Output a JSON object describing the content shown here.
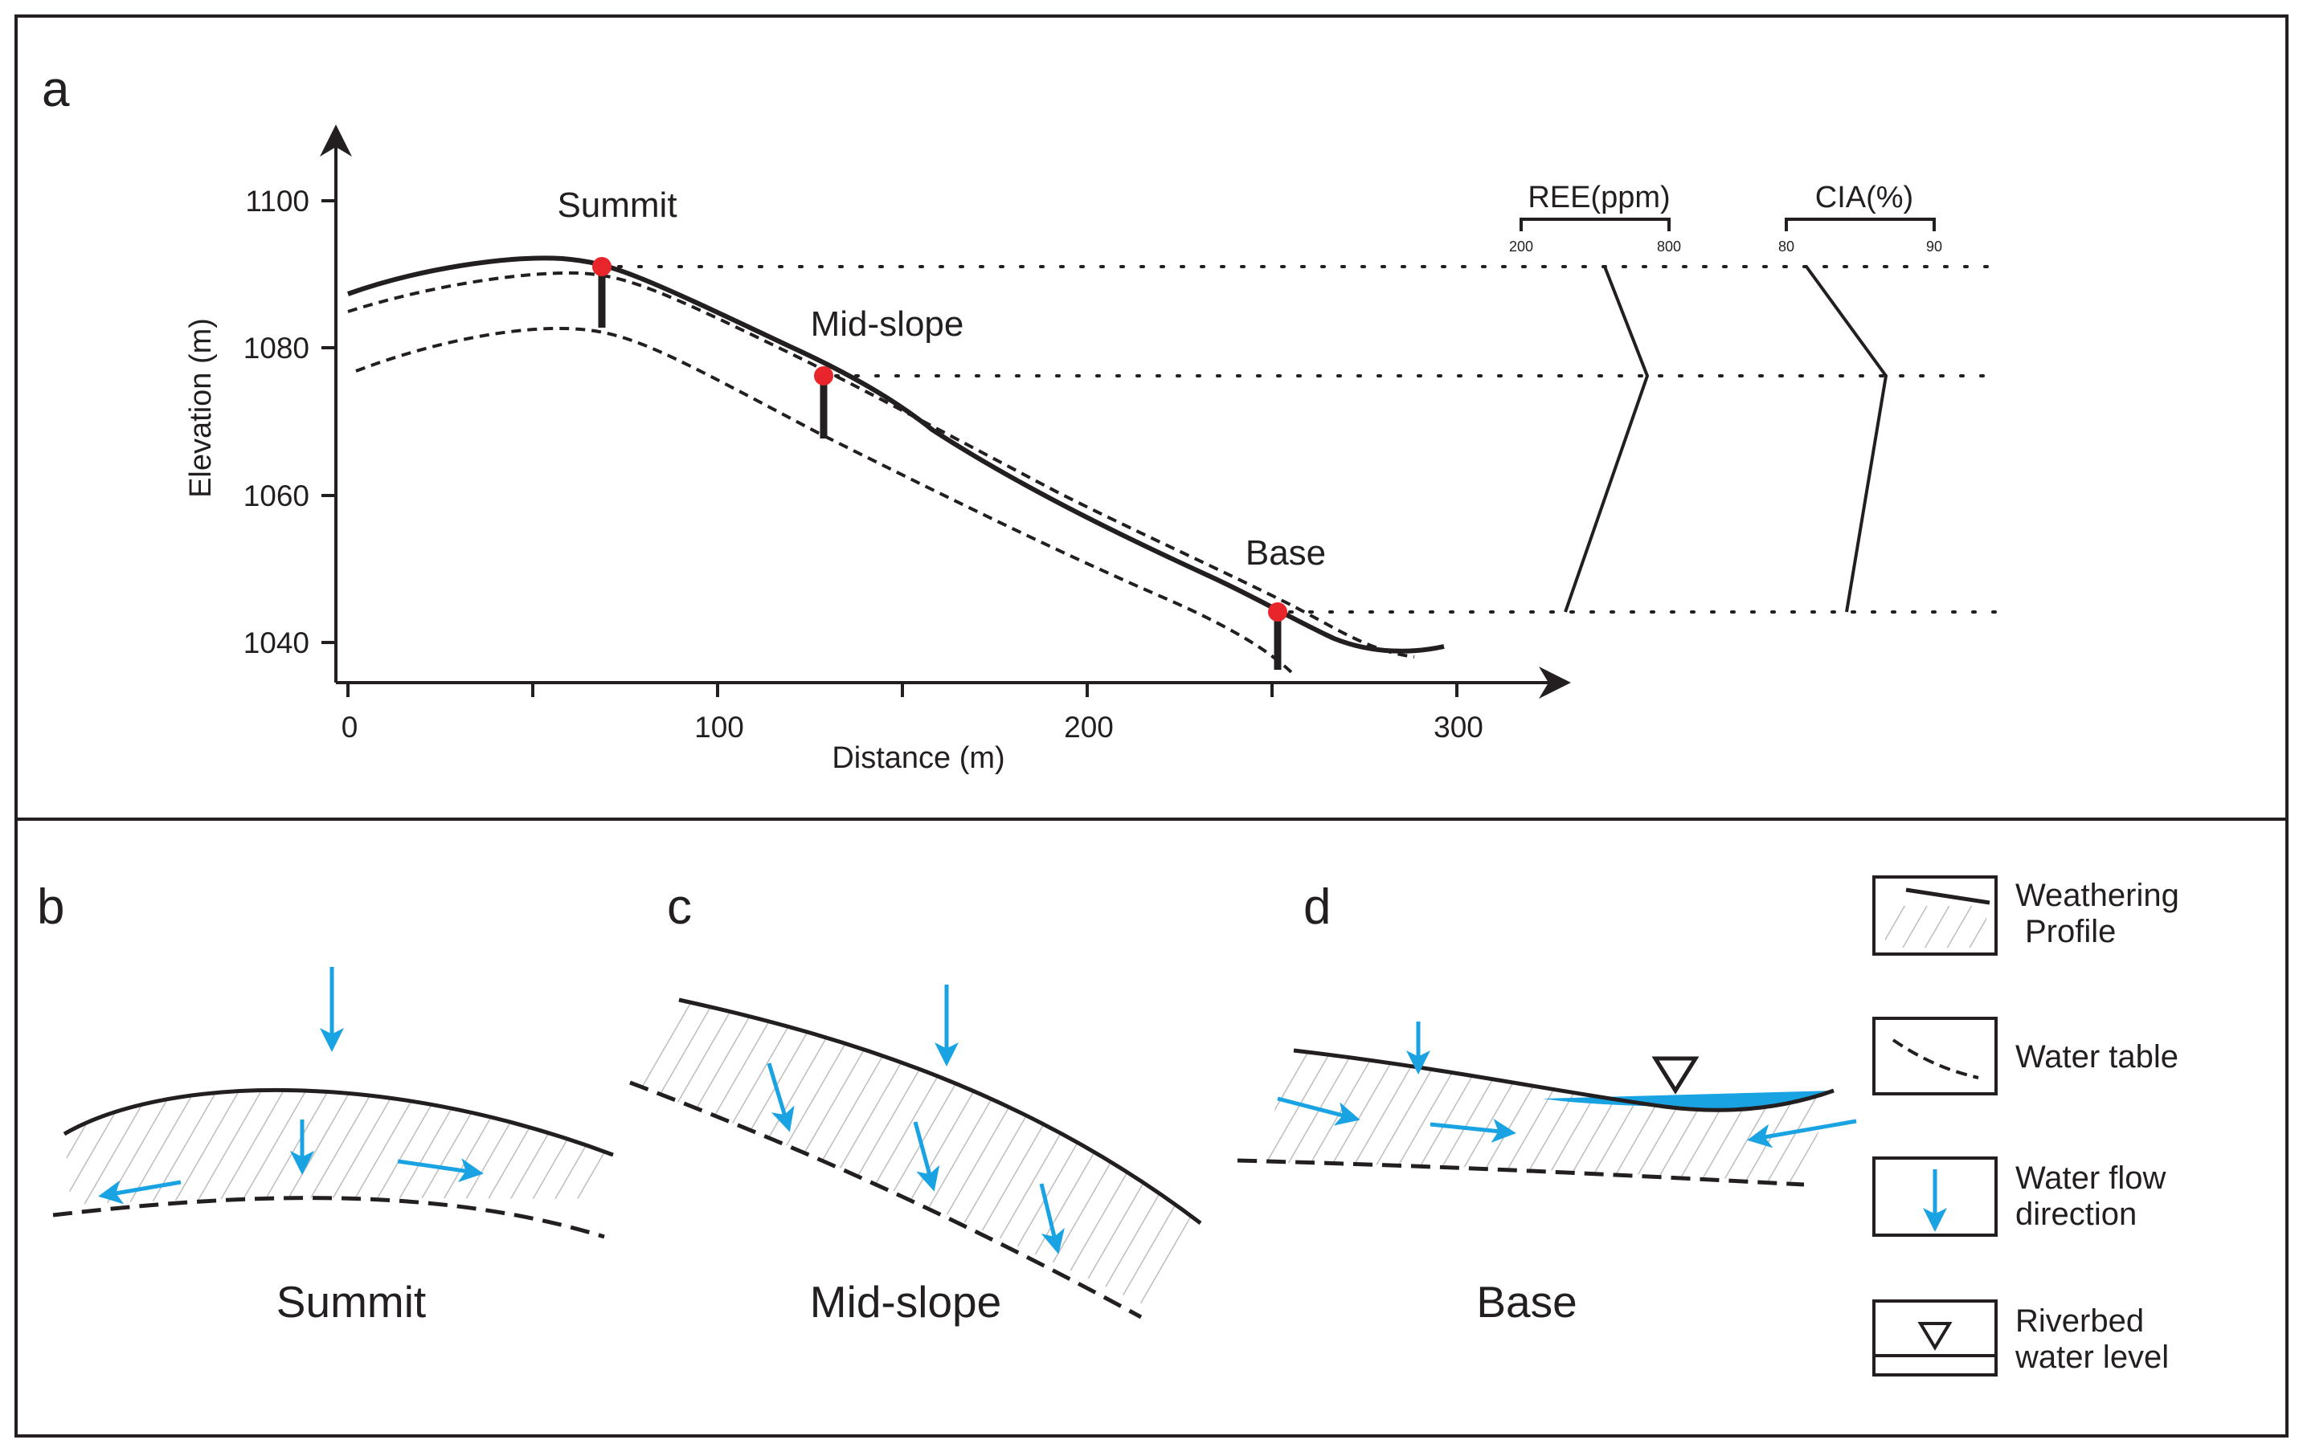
{
  "panels": {
    "a": "a",
    "b": "b",
    "c": "c",
    "d": "d"
  },
  "panel_a": {
    "y_axis_title": "Elevation (m)",
    "x_axis_title": "Distance (m)",
    "y_ticks": [
      "1100",
      "1080",
      "1060",
      "1040"
    ],
    "x_ticks": [
      "0",
      "100",
      "200",
      "300"
    ],
    "sites": {
      "summit": "Summit",
      "mid_slope": "Mid-slope",
      "base": "Base"
    },
    "ree": {
      "title": "REE(ppm)",
      "min": "200",
      "max": "800"
    },
    "cia": {
      "title": "CIA(%)",
      "min": "80",
      "max": "90"
    }
  },
  "captions": {
    "summit": "Summit",
    "mid_slope": "Mid-slope",
    "base": "Base"
  },
  "legend": {
    "weathering_line1": "Weathering",
    "weathering_line2": "Profile",
    "water_table": "Water table",
    "flow_line1": "Water flow",
    "flow_line2": "direction",
    "riverbed_line1": "Riverbed",
    "riverbed_line2": "water level"
  },
  "colors": {
    "water_blue": "#1aa3e3",
    "site_marker_red": "#e8252b",
    "line_black": "#231f20",
    "hatch_gray": "#bdbdbd"
  },
  "icons": {
    "flow_arrow": "down-arrow-icon",
    "water_level": "inverted-triangle-icon"
  }
}
